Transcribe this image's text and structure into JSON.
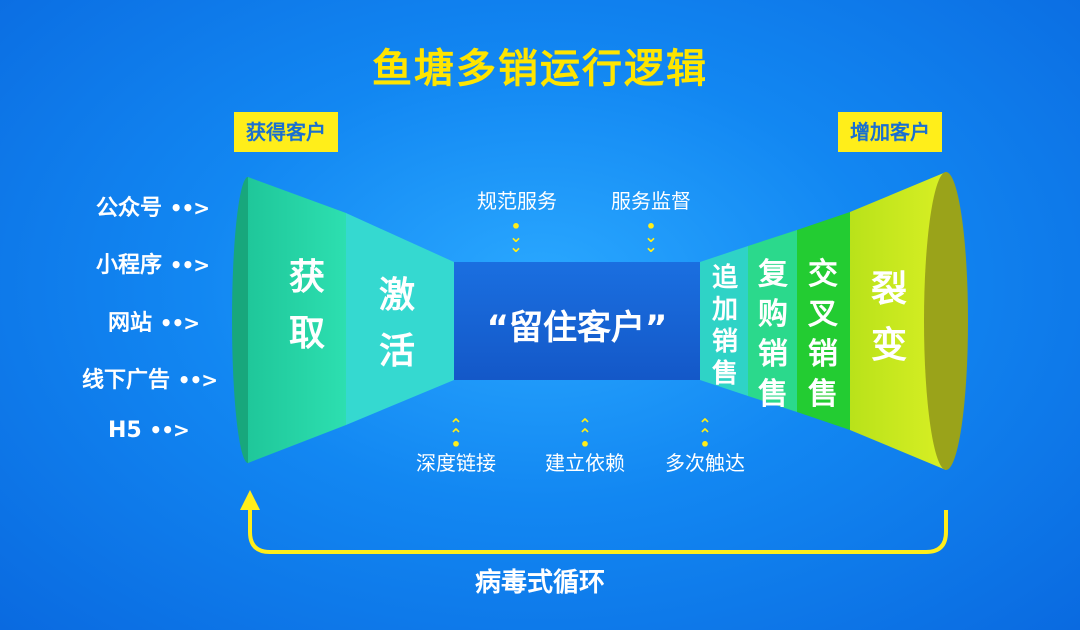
{
  "title": "鱼塘多销运行逻辑",
  "tags": {
    "left": "获得客户",
    "right": "增加客户"
  },
  "sources": [
    "公众号",
    "小程序",
    "网站",
    "线下广告",
    "H5"
  ],
  "arrow_glyph": "••>",
  "segments": {
    "acquire": "获\n取",
    "activate": "激\n活",
    "retain": "“留住客户”",
    "addon": "追\n加\n销\n售",
    "repeat": "复\n购\n销\n售",
    "cross": "交\n叉\n销\n售",
    "fission": "裂\n变"
  },
  "top_notes": [
    "规范服务",
    "服务监督"
  ],
  "bottom_notes": [
    "深度链接",
    "建立依赖",
    "多次触达"
  ],
  "loop_label": "病毒式循环",
  "colors": {
    "title": "#ffe500",
    "tag_bg": "#ffee1a",
    "acquire": "#22d3a0",
    "activate": "#2fd8d0",
    "retain": "#1565d8",
    "addon": "#2ed3c4",
    "repeat": "#2ad98a",
    "cross": "#22cc33",
    "fission": "#c9e81c",
    "loop": "#ffee1a"
  }
}
